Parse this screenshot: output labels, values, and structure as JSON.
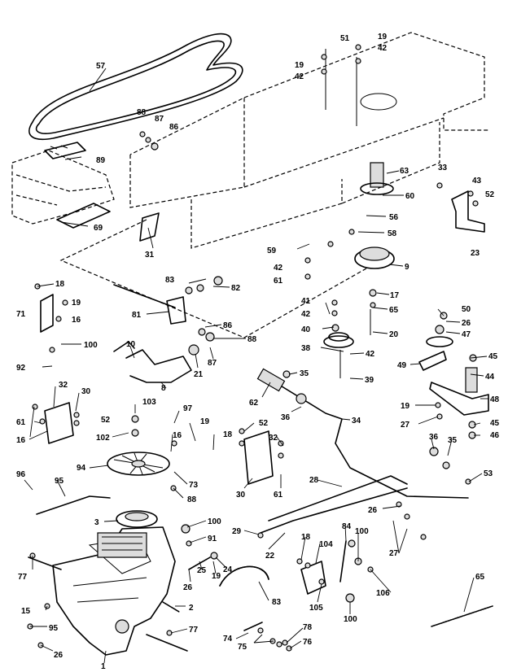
{
  "callouts": [
    "57",
    "51",
    "19",
    "42",
    "19",
    "42",
    "88",
    "87",
    "86",
    "89",
    "69",
    "31",
    "63",
    "60",
    "33",
    "43",
    "52",
    "23",
    "56",
    "58",
    "59",
    "42",
    "61",
    "9",
    "18",
    "83",
    "82",
    "19",
    "71",
    "16",
    "81",
    "17",
    "65",
    "50",
    "26",
    "47",
    "41",
    "42",
    "40",
    "20",
    "10",
    "86",
    "88",
    "100",
    "92",
    "87",
    "21",
    "38",
    "42",
    "39",
    "8",
    "45",
    "44",
    "49",
    "48",
    "62",
    "35",
    "36",
    "34",
    "19",
    "27",
    "32",
    "30",
    "61",
    "16",
    "103",
    "97",
    "19",
    "52",
    "18",
    "52",
    "45",
    "46",
    "102",
    "16",
    "32",
    "96",
    "94",
    "73",
    "30",
    "61",
    "36",
    "35",
    "95",
    "88",
    "28",
    "53",
    "26",
    "3",
    "100",
    "29",
    "91",
    "18",
    "104",
    "84",
    "100",
    "77",
    "24",
    "19",
    "26",
    "25",
    "22",
    "27",
    "15",
    "2",
    "83",
    "105",
    "106",
    "65",
    "95",
    "77",
    "100",
    "78",
    "74",
    "75",
    "76",
    "26",
    "1"
  ]
}
